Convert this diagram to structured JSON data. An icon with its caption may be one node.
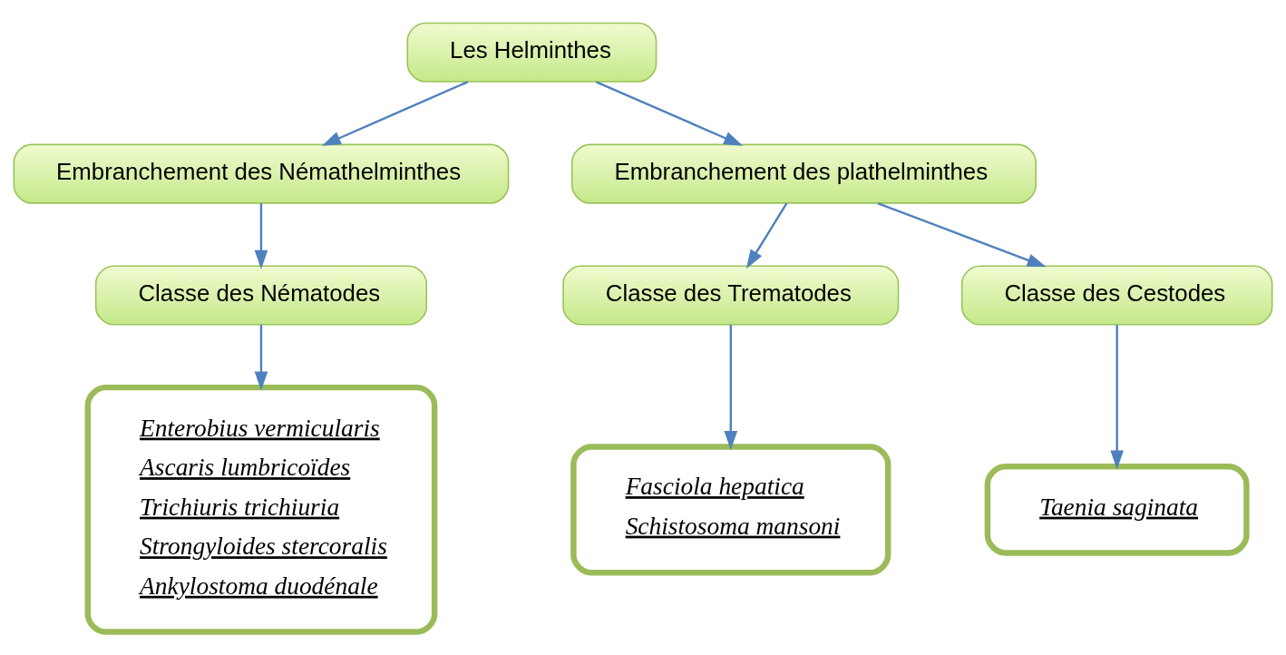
{
  "diagram": {
    "nodes": [
      {
        "text": [
          "Les Helminthes"
        ]
      },
      {
        "text": [
          "Embranchement des Némathelminthes"
        ]
      },
      {
        "text": [
          "Embranchement des plathelminthes"
        ]
      },
      {
        "text": [
          "Classe des Nématodes"
        ]
      },
      {
        "text": [
          "Classe des Trematodes"
        ]
      },
      {
        "text": [
          "Classe des Cestodes"
        ]
      },
      {
        "text": [
          "Enterobius vermicularis",
          "Ascaris lumbricoïdes",
          "Trichiuris trichiuria",
          "Strongyloides stercoralis",
          "Ankylostoma duodénale"
        ]
      },
      {
        "text": [
          "Fasciola hepatica",
          "Schistosoma mansoni"
        ]
      },
      {
        "text": [
          "Taenia saginata"
        ]
      }
    ],
    "edges": [
      {
        "from": 0,
        "to": 1,
        "arrow": "to"
      },
      {
        "from": 0,
        "to": 2,
        "arrow": "to"
      },
      {
        "from": 1,
        "to": 3,
        "arrow": "to"
      },
      {
        "from": 2,
        "to": 4,
        "arrow": "to"
      },
      {
        "from": 2,
        "to": 5,
        "arrow": "to"
      },
      {
        "from": 3,
        "to": 6,
        "arrow": "to"
      },
      {
        "from": 4,
        "to": 7,
        "arrow": "to"
      },
      {
        "from": 5,
        "to": 8,
        "arrow": "to"
      }
    ]
  }
}
